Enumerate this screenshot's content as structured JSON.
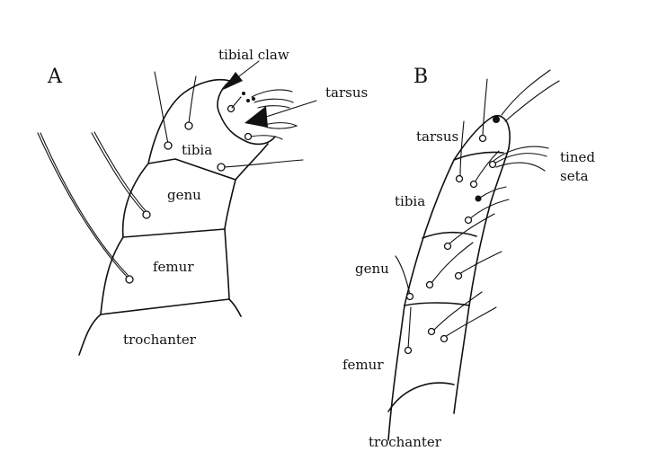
{
  "panels": {
    "a": {
      "letter": "A",
      "labels": {
        "tibial_claw": "tibial claw",
        "tarsus": "tarsus",
        "tibia": "tibia",
        "genu": "genu",
        "femur": "femur",
        "trochanter": "trochanter"
      }
    },
    "b": {
      "letter": "B",
      "labels": {
        "tarsus": "tarsus",
        "tined_seta_line1": "tined",
        "tined_seta_line2": "seta",
        "tibia": "tibia",
        "genu": "genu",
        "femur": "femur",
        "trochanter": "trochanter"
      }
    }
  },
  "colors": {
    "ink": "#111111",
    "background": "#ffffff"
  }
}
